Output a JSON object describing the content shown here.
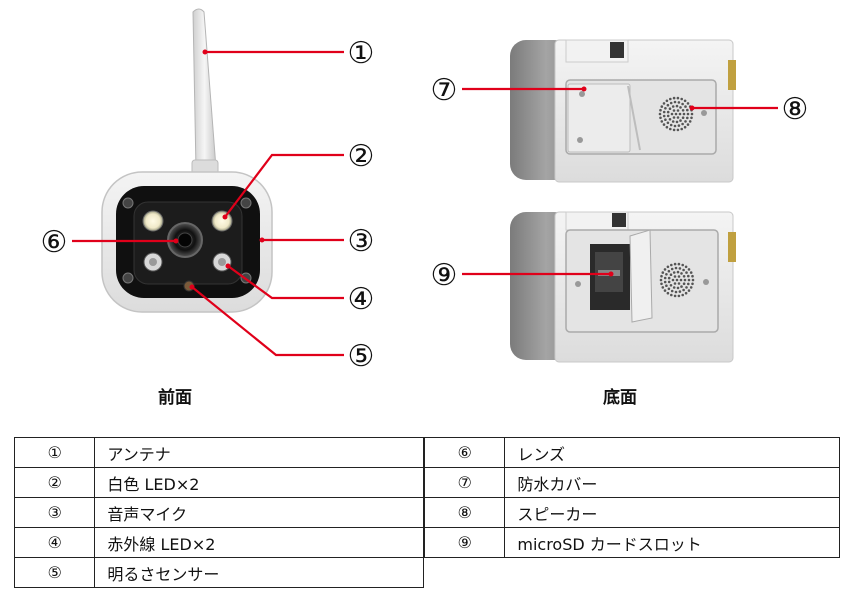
{
  "callouts": [
    "①",
    "②",
    "③",
    "④",
    "⑤",
    "⑥",
    "⑦",
    "⑧",
    "⑨"
  ],
  "captions": {
    "front": "前面",
    "bottom": "底面"
  },
  "parts_left": [
    {
      "num": "①",
      "name": "アンテナ"
    },
    {
      "num": "②",
      "name": "白色 LED×2"
    },
    {
      "num": "③",
      "name": "音声マイク"
    },
    {
      "num": "④",
      "name": "赤外線 LED×2"
    },
    {
      "num": "⑤",
      "name": "明るさセンサー"
    }
  ],
  "parts_right": [
    {
      "num": "⑥",
      "name": "レンズ"
    },
    {
      "num": "⑦",
      "name": "防水カバー"
    },
    {
      "num": "⑧",
      "name": "スピーカー"
    },
    {
      "num": "⑨",
      "name": "microSD カードスロット"
    }
  ],
  "colors": {
    "leader": "#e0001a",
    "housing": "#ededed",
    "endcap": "#8c8c8c",
    "faceplate": "#111111"
  }
}
